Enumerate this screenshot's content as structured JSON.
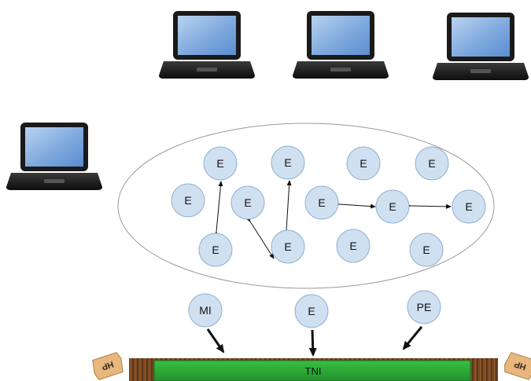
{
  "nodes": {
    "mi": "MI",
    "e": "E",
    "pe": "PE"
  },
  "board": {
    "label": "TNI"
  },
  "tags": {
    "left": "HP",
    "right": "HP"
  },
  "icons": {
    "laptop": "laptop-icon",
    "tag": "hp-tag-icon"
  },
  "colors": {
    "node_fill": "#cfe0f1",
    "node_stroke": "#8fb0cf",
    "board_green": "#2fae3a",
    "board_wood": "#7a4a22",
    "arrow": "#111111"
  }
}
